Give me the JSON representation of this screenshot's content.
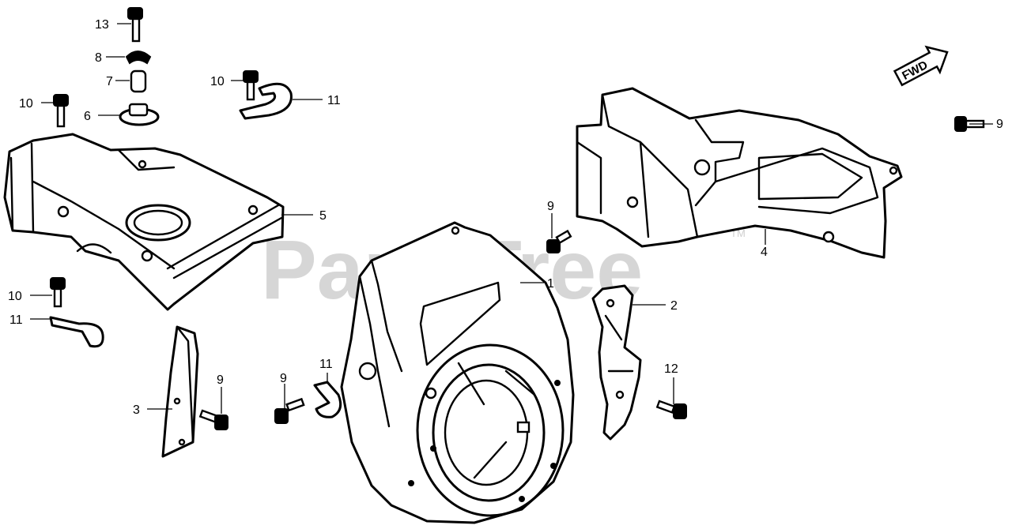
{
  "watermark": {
    "brand": "PartsTree",
    "trademark": "TM"
  },
  "direction": {
    "label": "FWD"
  },
  "callouts": {
    "c1": "1",
    "c2": "2",
    "c3": "3",
    "c4": "4",
    "c5": "5",
    "c6": "6",
    "c7": "7",
    "c8": "8",
    "c9_top_right": "9",
    "c9_center": "9",
    "c9_lower_left": "9",
    "c9_lower_mid": "9",
    "c10_left_top": "10",
    "c10_mid_top": "10",
    "c10_left_low": "10",
    "c11_top": "11",
    "c11_left": "11",
    "c11_mid": "11",
    "c12": "12",
    "c13": "13"
  }
}
